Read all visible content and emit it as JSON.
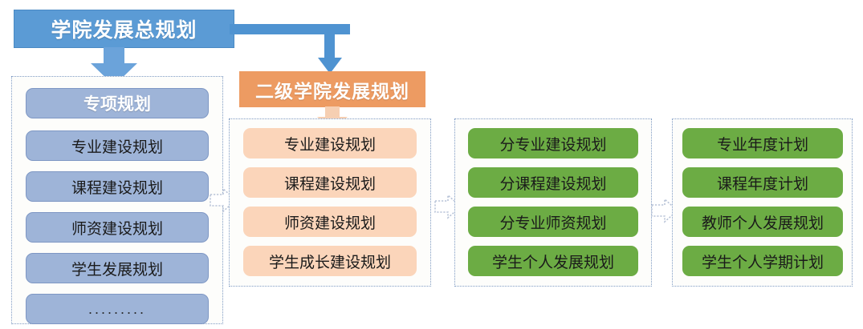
{
  "diagram": {
    "title": "学院发展总规划",
    "master": {
      "label": "学院发展总规划"
    },
    "secondary_header": {
      "label": "二级学院发展规划"
    },
    "columns": [
      {
        "key": "special-plans",
        "header": "专项规划",
        "items": [
          "专业建设规划",
          "课程建设规划",
          "师资建设规划",
          "学生发展规划",
          "........."
        ]
      },
      {
        "key": "secondary-college-plans",
        "header": "二级学院发展规划",
        "items": [
          "专业建设规划",
          "课程建设规划",
          "师资建设规划",
          "学生成长建设规划"
        ]
      },
      {
        "key": "sub-plans",
        "header": "",
        "items": [
          "分专业建设规划",
          "分课程建设规划",
          "分专业师资规划",
          "学生个人发展规划"
        ]
      },
      {
        "key": "annual-plans",
        "header": "",
        "items": [
          "专业年度计划",
          "课程年度计划",
          "教师个人发展规划",
          "学生个人学期计划"
        ]
      }
    ],
    "colors": {
      "master_blue": "#5b9bd5",
      "item_blue": "#9eb4d8",
      "header_orange": "#ed9b62",
      "item_peach": "#fbd5ba",
      "item_green": "#6cac44",
      "panel_border": "#7f9bc4",
      "arrow_blue": "#4f93d1",
      "arrow_peach": "#f6cfb2",
      "connector_arrow": "#b9c4d8"
    }
  }
}
